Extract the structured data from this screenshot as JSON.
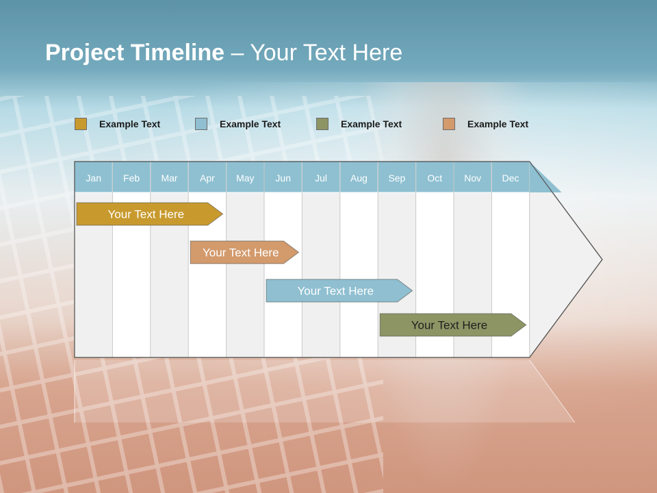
{
  "slide": {
    "title_bold": "Project Timeline",
    "title_rest": " – Your Text Here"
  },
  "legend": [
    {
      "label": "Example Text",
      "color": "#c89a2e"
    },
    {
      "label": "Example Text",
      "color": "#8fbfd0"
    },
    {
      "label": "Example Text",
      "color": "#8e9565"
    },
    {
      "label": "Example Text",
      "color": "#d39a6c"
    }
  ],
  "timeline": {
    "months": [
      "Jan",
      "Feb",
      "Mar",
      "Apr",
      "May",
      "Jun",
      "Jul",
      "Aug",
      "Sep",
      "Oct",
      "Nov",
      "Dec"
    ],
    "header_color": "#8ec0d1",
    "bars": [
      {
        "label": "Your  Text Here",
        "start": "Jan",
        "end": "Apr",
        "color": "#c89a2e"
      },
      {
        "label": "Your  Text Here",
        "start": "Apr",
        "end": "Jun",
        "color": "#d39a6c"
      },
      {
        "label": "Your  Text Here",
        "start": "Jun",
        "end": "Sep",
        "color": "#8fbfd0"
      },
      {
        "label": "Your  Text Here",
        "start": "Sep",
        "end": "Dec",
        "color": "#8e9565"
      }
    ]
  }
}
